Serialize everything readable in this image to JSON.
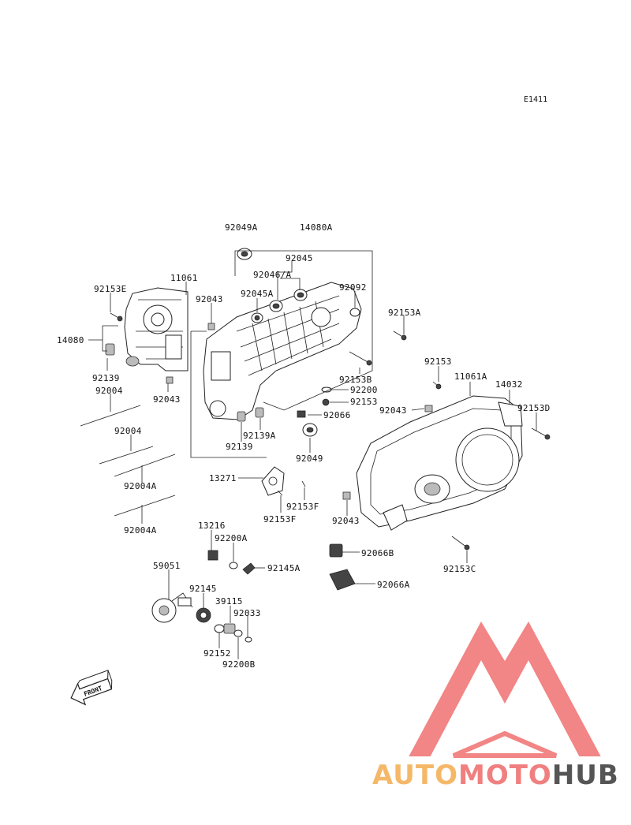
{
  "diagram_code": "E1411",
  "labels": {
    "p92049A": "92049A",
    "p14080A": "14080A",
    "p92045": "92045",
    "p92046A": "92046/A",
    "p11061": "11061",
    "p92153E": "92153E",
    "p92043_top": "92043",
    "p92045A": "92045A",
    "p92092": "92092",
    "p92153A": "92153A",
    "p14080": "14080",
    "p92139_left": "92139",
    "p92004_1": "92004",
    "p92043_left": "92043",
    "p92153B": "92153B",
    "p92200": "92200",
    "p92153_mid": "92153",
    "p92066": "92066",
    "p92139A": "92139A",
    "p92139_mid": "92139",
    "p92049": "92049",
    "p92153_right": "92153",
    "p11061A": "11061A",
    "p14032": "14032",
    "p92153D": "92153D",
    "p92043_right": "92043",
    "p92004_2": "92004",
    "p92004A_1": "92004A",
    "p92004A_2": "92004A",
    "p13271": "13271",
    "p92153F_1": "92153F",
    "p92153F_2": "92153F",
    "p92043_lower": "92043",
    "p13216": "13216",
    "p92200A": "92200A",
    "p92145A": "92145A",
    "p92066B": "92066B",
    "p92153C": "92153C",
    "p59051": "59051",
    "p92145": "92145",
    "p39115": "39115",
    "p92066A": "92066A",
    "p92033": "92033",
    "p92152": "92152",
    "p92200B": "92200B"
  },
  "front_label": "FRONT",
  "watermark": {
    "part1": "AUTO",
    "part2": "MOTO",
    "part3": "HUB",
    "color1": "#f5b869",
    "color2": "#f08080",
    "color3": "#555555",
    "logo_color": "#f07070"
  }
}
